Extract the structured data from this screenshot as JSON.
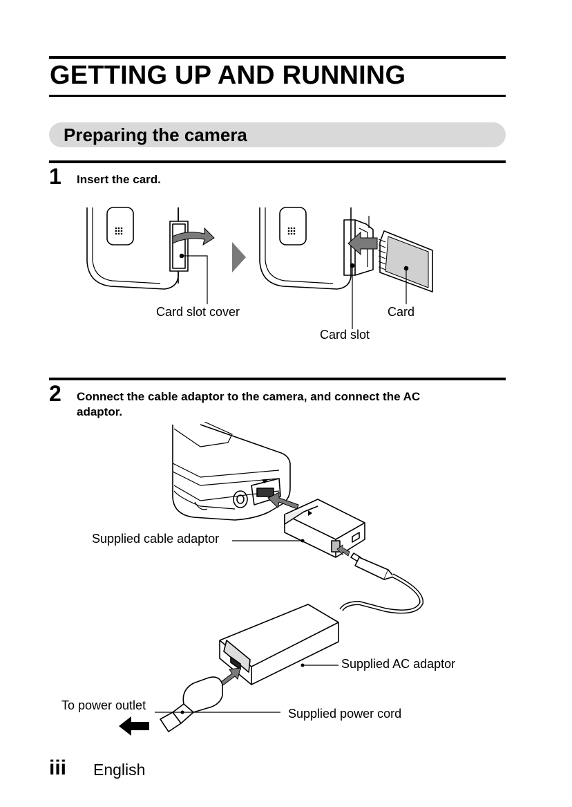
{
  "chapter": {
    "title": "GETTING UP AND RUNNING"
  },
  "section": {
    "title": "Preparing the camera"
  },
  "steps": [
    {
      "number": "1",
      "text": "Insert the card.",
      "labels": {
        "card_slot_cover": "Card slot cover",
        "card": "Card",
        "card_slot": "Card slot"
      }
    },
    {
      "number": "2",
      "text_line1": "Connect the cable adaptor to the camera, and connect the AC",
      "text_line2": "adaptor.",
      "labels": {
        "cable_adaptor": "Supplied cable adaptor",
        "ac_adaptor": "Supplied AC adaptor",
        "power_outlet": "To power outlet",
        "power_cord": "Supplied power cord"
      }
    }
  ],
  "footer": {
    "page": "iii",
    "language": "English"
  }
}
